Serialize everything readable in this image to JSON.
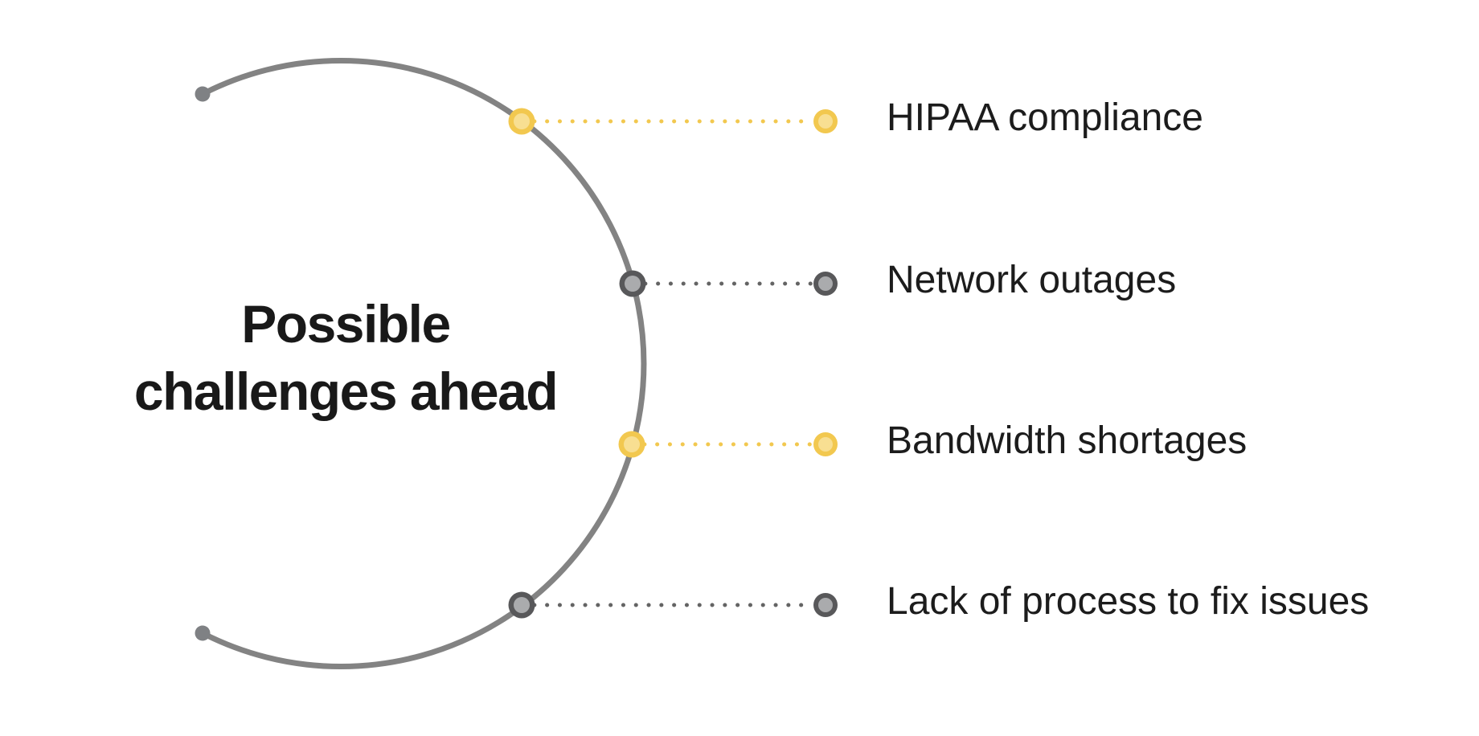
{
  "title": {
    "text": "Possible challenges ahead",
    "lines": [
      "Possible",
      "challenges ahead"
    ]
  },
  "items": [
    {
      "label": "HIPAA compliance",
      "color_role": "yellow"
    },
    {
      "label": "Network outages",
      "color_role": "gray"
    },
    {
      "label": "Bandwidth shortages",
      "color_role": "yellow"
    },
    {
      "label": "Lack of process to fix issues",
      "color_role": "gray"
    }
  ],
  "colors": {
    "accent_yellow": "#F2C84F",
    "accent_yellow_light": "#F8DF92",
    "node_gray": "#58585A",
    "node_gray_light": "#AAABAD",
    "arc_gray": "#838383",
    "dotted_gray": "#646464",
    "text": "#1C1C1C",
    "background": "#FFFFFF"
  }
}
